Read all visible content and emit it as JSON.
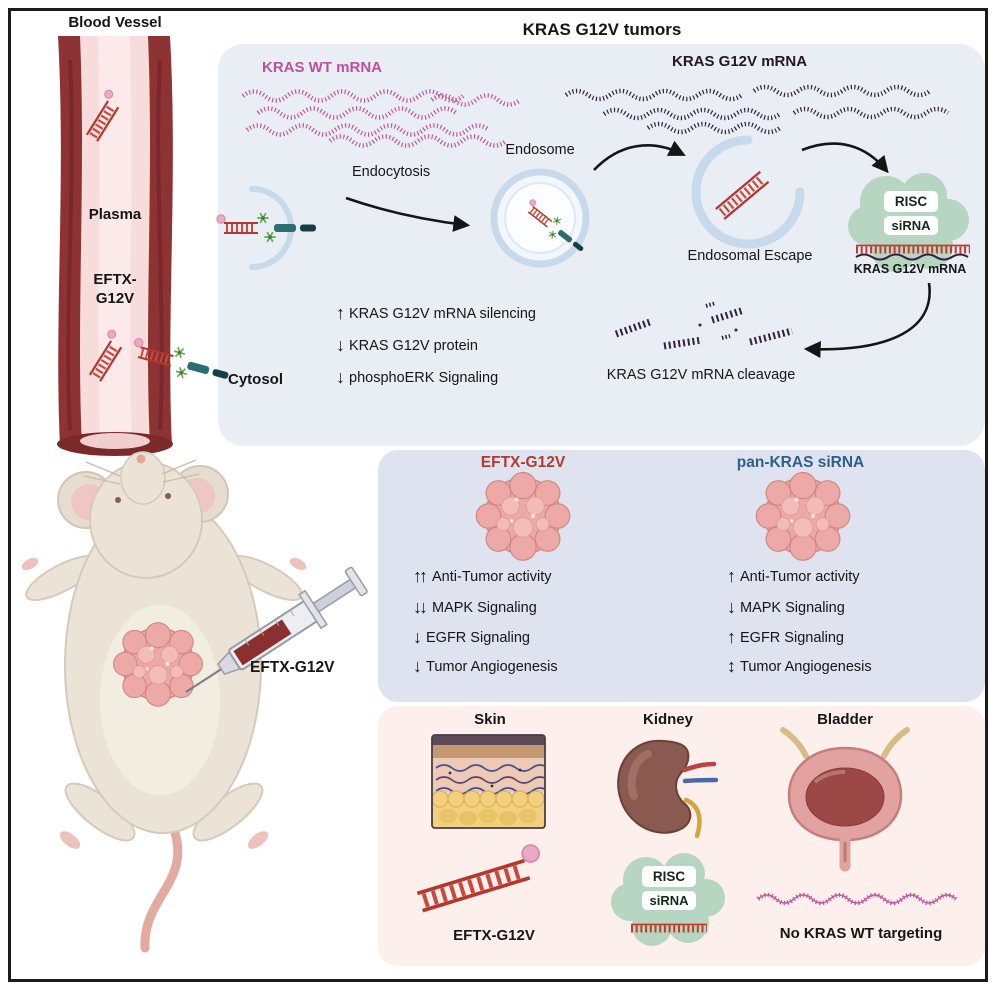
{
  "header": {
    "title": "KRAS G12V tumors"
  },
  "vessel": {
    "label": "Blood Vessel",
    "plasma": "Plasma",
    "drug_line1": "EFTX-",
    "drug_line2": "G12V"
  },
  "cell": {
    "wt_mrna_label": "KRAS WT mRNA",
    "g12v_mrna_label": "KRAS G12V mRNA",
    "endocytosis_label": "Endocytosis",
    "endosome_label": "Endosome",
    "cytosol_label": "Cytosol",
    "endosomal_escape_label": "Endosomal Escape",
    "risc_label": "RISC",
    "sirna_label": "siRNA",
    "risc_target_label": "KRAS G12V mRNA",
    "cleavage_label": "KRAS G12V mRNA cleavage",
    "effects": [
      {
        "arrow": "↑",
        "text": "KRAS G12V mRNA silencing"
      },
      {
        "arrow": "↓",
        "text": "KRAS G12V protein"
      },
      {
        "arrow": "↓",
        "text": "phosphoERK Signaling"
      }
    ]
  },
  "mouse": {
    "injection_label": "EFTX-G12V"
  },
  "comparison": {
    "left": {
      "title": "EFTX-G12V",
      "accent_color": "#b23a2f",
      "effects": [
        {
          "arrow": "↑↑",
          "text": "Anti-Tumor activity"
        },
        {
          "arrow": "↓↓",
          "text": "MAPK Signaling"
        },
        {
          "arrow": "↓",
          "text": "EGFR Signaling"
        },
        {
          "arrow": "↓",
          "text": "Tumor Angiogenesis"
        }
      ]
    },
    "right": {
      "title": "pan-KRAS siRNA",
      "accent_color": "#2e5f8a",
      "effects": [
        {
          "arrow": "↑",
          "text": "Anti-Tumor activity"
        },
        {
          "arrow": "↓",
          "text": "MAPK Signaling"
        },
        {
          "arrow": "↑",
          "text": "EGFR Signaling"
        },
        {
          "arrow": "↕",
          "text": "Tumor Angiogenesis"
        }
      ]
    }
  },
  "organs": {
    "skin_label": "Skin",
    "kidney_label": "Kidney",
    "bladder_label": "Bladder",
    "eftx_label": "EFTX-G12V",
    "risc_label": "RISC",
    "sirna_label": "siRNA",
    "no_targeting_label": "No KRAS WT targeting"
  },
  "palette": {
    "tumor_cell_panel": "#e9edf4",
    "comparison_panel": "#dfe3f0",
    "organ_panel": "#fdefec",
    "sirna_red": "#c23b30",
    "mrna_pink": "#c0569e",
    "mrna_dark": "#34203c",
    "risc_green": "#b6d6c1",
    "vessel_red": "#8d3333"
  }
}
